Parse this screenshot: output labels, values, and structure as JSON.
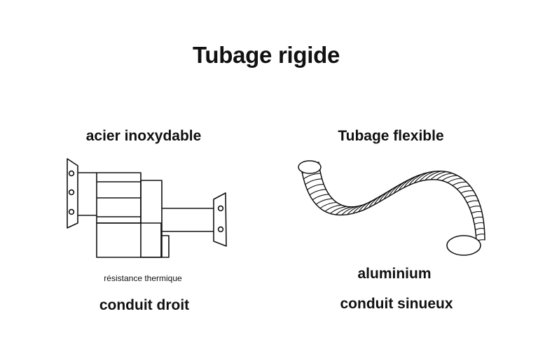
{
  "title": "Tubage rigide",
  "rigid": {
    "material": "acier inoxydable",
    "property": "résistance thermique",
    "shape": "conduit droit"
  },
  "flexible": {
    "heading": "Tubage flexible",
    "material": "aluminium",
    "shape": "conduit sinueux"
  },
  "icons": {
    "rigid": "rigid-pipe-illustration",
    "flexible": "flexible-duct-illustration"
  },
  "colors": {
    "ink": "#111111",
    "background": "#ffffff"
  }
}
